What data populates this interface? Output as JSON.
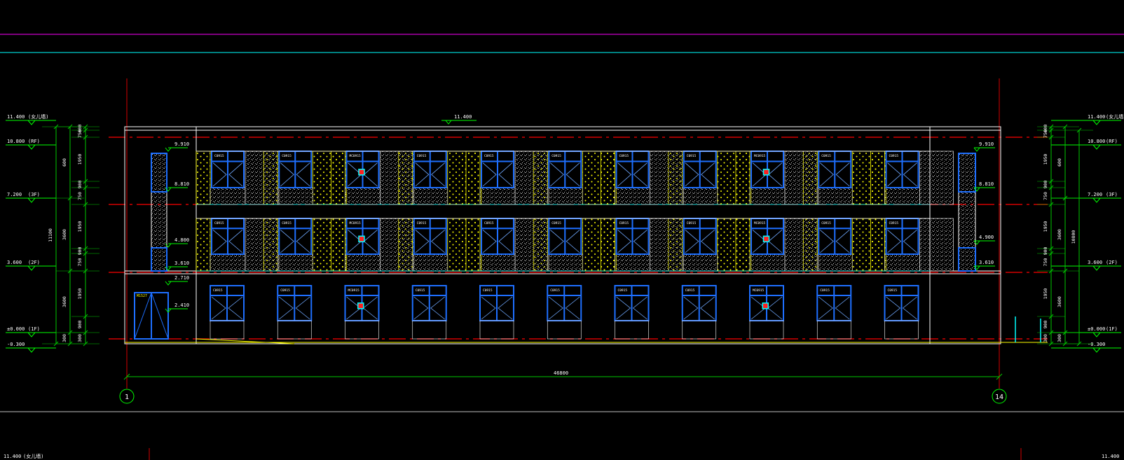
{
  "drawing": {
    "total_width_dim": "46800",
    "roof_top_elev": "11.400",
    "axis_left": "1",
    "axis_right": "14",
    "left_levels": [
      {
        "elev": "11.400",
        "tag": "(女儿墙)"
      },
      {
        "elev": "10.800",
        "tag": "(RF)"
      },
      {
        "elev": "7.200",
        "tag": "(3F)"
      },
      {
        "elev": "3.600",
        "tag": "(2F)"
      },
      {
        "elev": "±0.000",
        "tag": "(1F)"
      },
      {
        "elev": "-0.300",
        "tag": ""
      }
    ],
    "right_levels": [
      {
        "elev": "11.400",
        "tag": "(女儿墙)"
      },
      {
        "elev": "10.800",
        "tag": "(RF)"
      },
      {
        "elev": "7.200",
        "tag": "(3F)"
      },
      {
        "elev": "3.600",
        "tag": "(2F)"
      },
      {
        "elev": "±0.000",
        "tag": "(1F)"
      },
      {
        "elev": "-0.300",
        "tag": ""
      }
    ],
    "left_outer_dims": [
      "11100"
    ],
    "left_mid_dims": [
      "300",
      "3600",
      "3600",
      "600"
    ],
    "left_inner_dims": [
      "300",
      "900",
      "1950",
      "750",
      "900",
      "1950",
      "750",
      "900",
      "1950",
      "750",
      "600"
    ],
    "right_outer_dims": [
      "10800"
    ],
    "right_mid_dims": [
      "300",
      "3600",
      "3600",
      "600"
    ],
    "right_inner_dims": [
      "300",
      "900",
      "1950",
      "750",
      "900",
      "1950",
      "750",
      "900",
      "1950",
      "750",
      "600"
    ],
    "stair_left_elevs": [
      "9.910",
      "8.810",
      "4.800",
      "3.610",
      "2.710",
      "2.410"
    ],
    "stair_right_elevs": [
      "9.910",
      "8.810",
      "4.900",
      "3.610"
    ],
    "window_tag": "C0915",
    "window_tag_alt": "MC0915",
    "door_tag": "M1527",
    "bottom_left_elev": "11.400",
    "bottom_left_tag": "(女儿墙)",
    "bottom_right_elev": "11.400"
  },
  "colors": {
    "background": "#000000",
    "building": "#ffffff",
    "window": "#1e6fff",
    "axis": "#d40000",
    "level": "#00ff00",
    "dim": "#00c800",
    "panel_yellow": "#ffff00",
    "magenta": "#ff00ff",
    "cyan": "#00ffff"
  }
}
